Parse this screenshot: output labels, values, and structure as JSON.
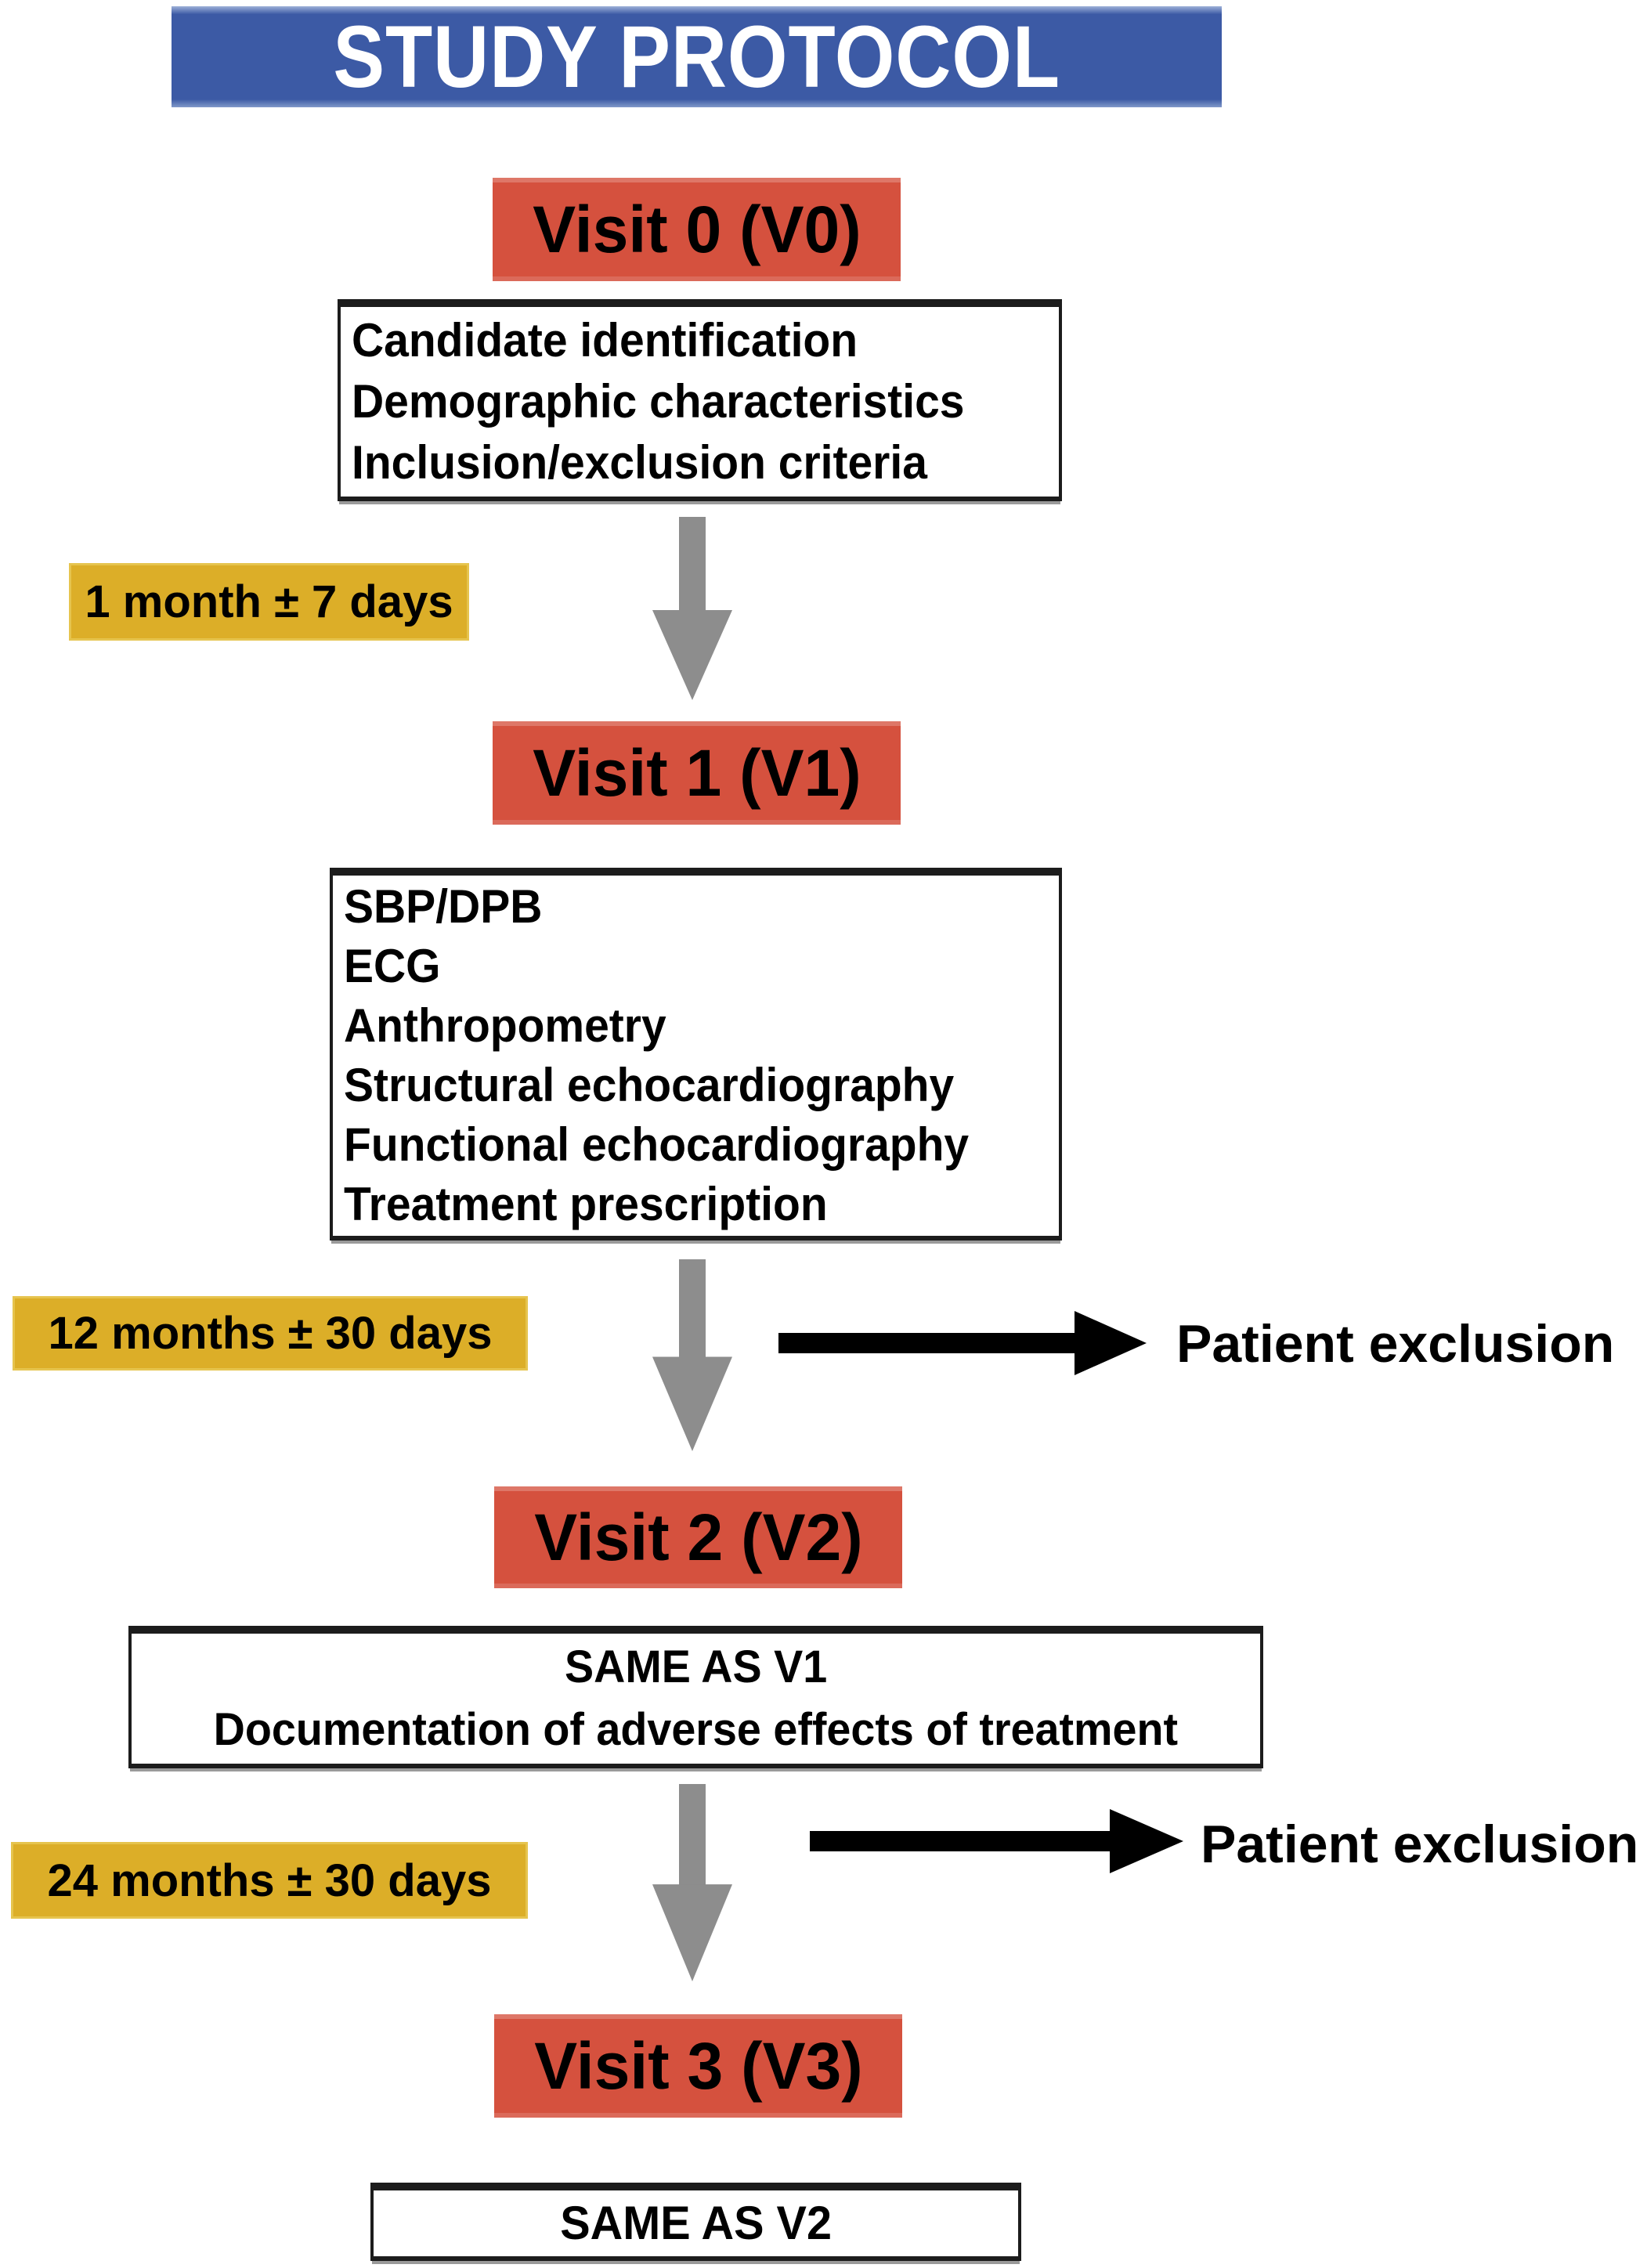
{
  "header": {
    "title": "STUDY PROTOCOL",
    "bg_color": "#3c5aa5",
    "text_color": "#ffffff"
  },
  "visits": [
    {
      "label": "Visit 0 (V0)",
      "items": [
        "Candidate identification",
        "Demographic characteristics",
        "Inclusion/exclusion criteria"
      ]
    },
    {
      "label": "Visit 1 (V1)",
      "items": [
        "SBP/DPB",
        "ECG",
        "Anthropometry",
        "Structural echocardiography",
        "Functional echocardiography",
        "Treatment prescription"
      ]
    },
    {
      "label": "Visit 2 (V2)",
      "items": [
        "SAME AS V1",
        "Documentation of adverse effects of treatment"
      ]
    },
    {
      "label": "Visit 3 (V3)",
      "items": [
        "SAME AS V2"
      ]
    }
  ],
  "intervals": [
    {
      "label": "1 month ± 7 days"
    },
    {
      "label": "12 months ± 30 days"
    },
    {
      "label": "24 months ± 30 days"
    }
  ],
  "exclusions": [
    {
      "label": "Patient exclusion"
    },
    {
      "label": "Patient exclusion"
    }
  ],
  "colors": {
    "visit_box": "#d5513e",
    "interval_box": "#dcae28",
    "flow_arrow": "#8d8d8d",
    "exclusion_arrow": "#000000"
  }
}
